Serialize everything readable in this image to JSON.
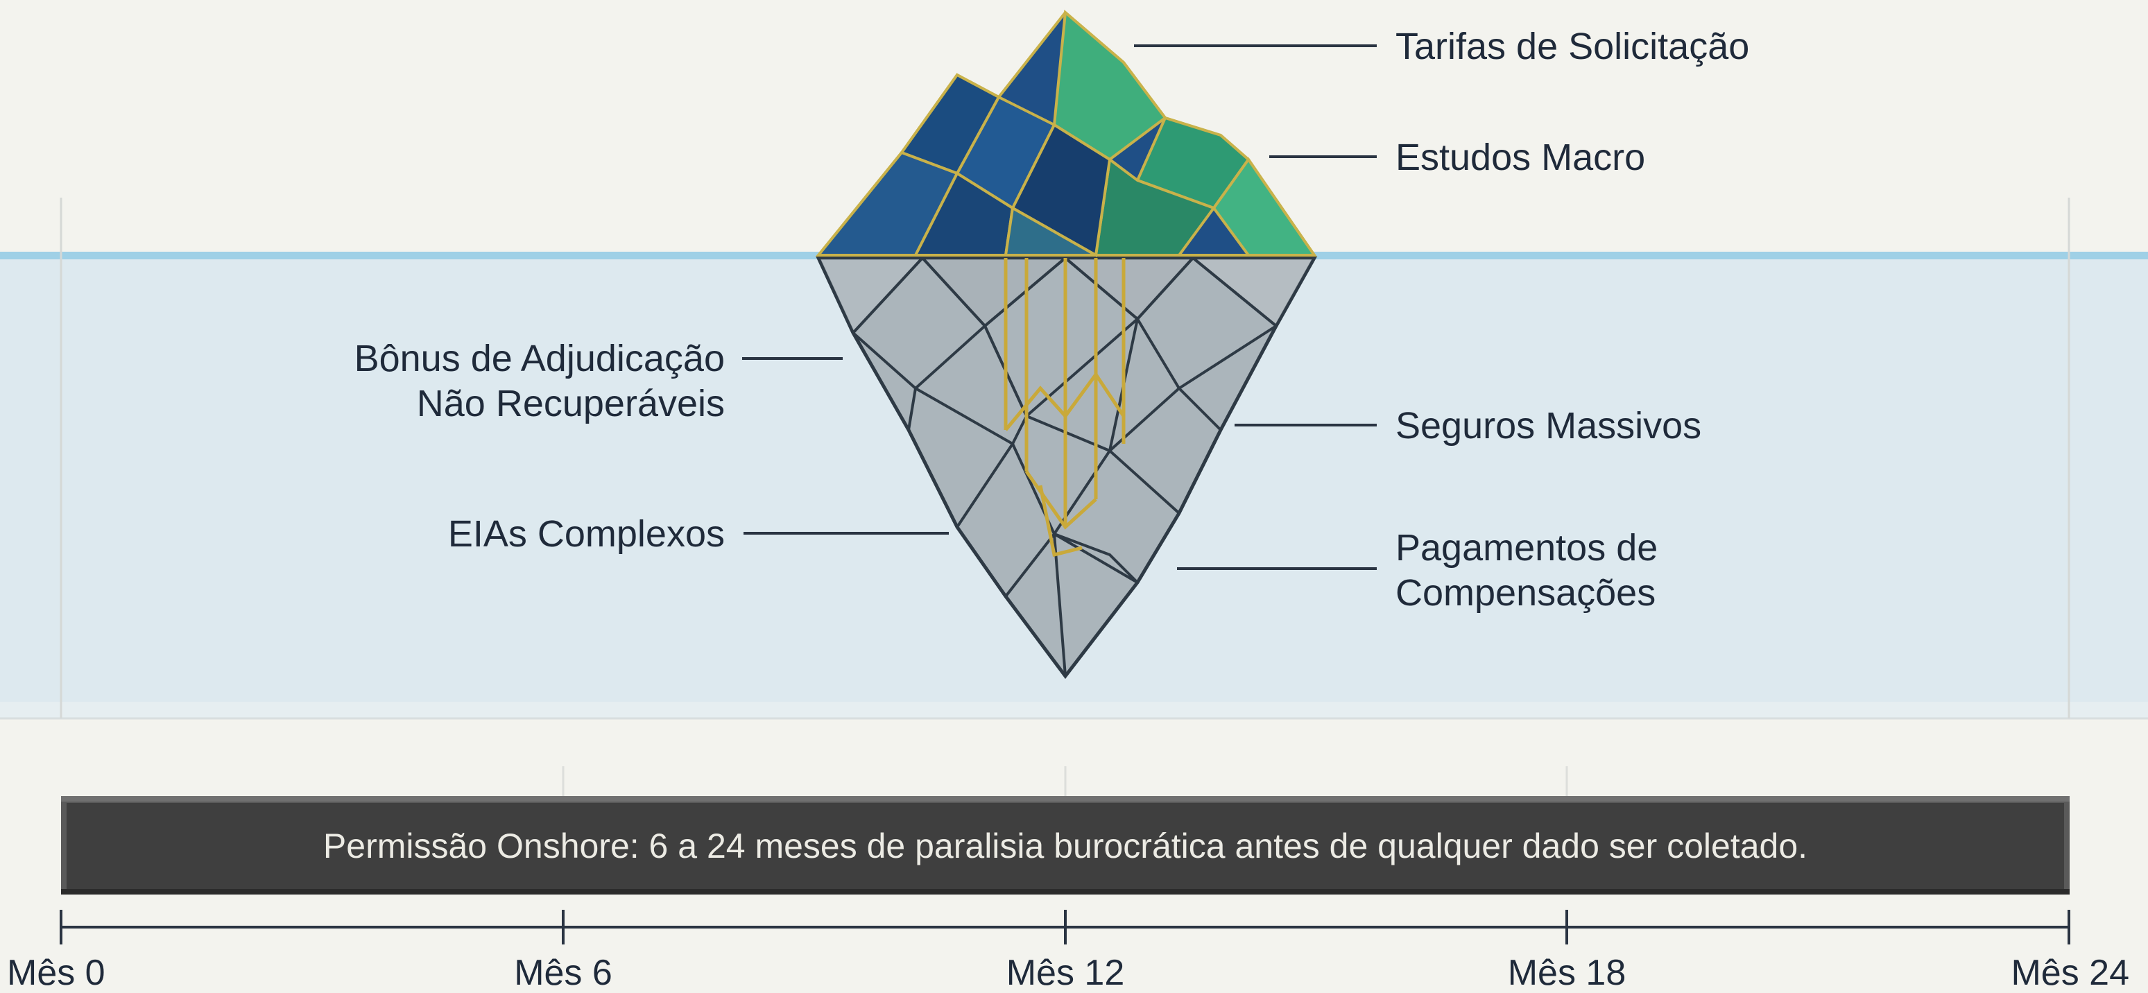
{
  "colors": {
    "background": "#f3f3ee",
    "water": "#dde9ef",
    "waterline": "#9fd0e6",
    "iceberg_top_blue": "#1f4f86",
    "iceberg_top_green": "#3fae7c",
    "iceberg_bottom": "#8a949c",
    "gold_structure": "#c9a93a",
    "bar_fill": "#3f3f3f",
    "text": "#1f2a3a",
    "bar_text": "#ecebe4"
  },
  "labels": {
    "above": [
      {
        "lines": [
          "Tarifas de Solicitação"
        ],
        "side": "right"
      },
      {
        "lines": [
          "Estudos Macro"
        ],
        "side": "right"
      }
    ],
    "below": [
      {
        "lines": [
          "Bônus de Adjudicação",
          "Não Recuperáveis"
        ],
        "side": "left"
      },
      {
        "lines": [
          "Seguros Massivos"
        ],
        "side": "right"
      },
      {
        "lines": [
          "EIAs Complexos"
        ],
        "side": "left"
      },
      {
        "lines": [
          "Pagamentos de",
          "Compensações"
        ],
        "side": "right"
      }
    ]
  },
  "timeline": {
    "bar_text": "Permissão Onshore: 6 a 24 meses de paralisia burocrática antes de qualquer dado ser coletado.",
    "ticks": [
      "Mês 0",
      "Mês 6",
      "Mês 12",
      "Mês 18",
      "Mês 24"
    ]
  }
}
